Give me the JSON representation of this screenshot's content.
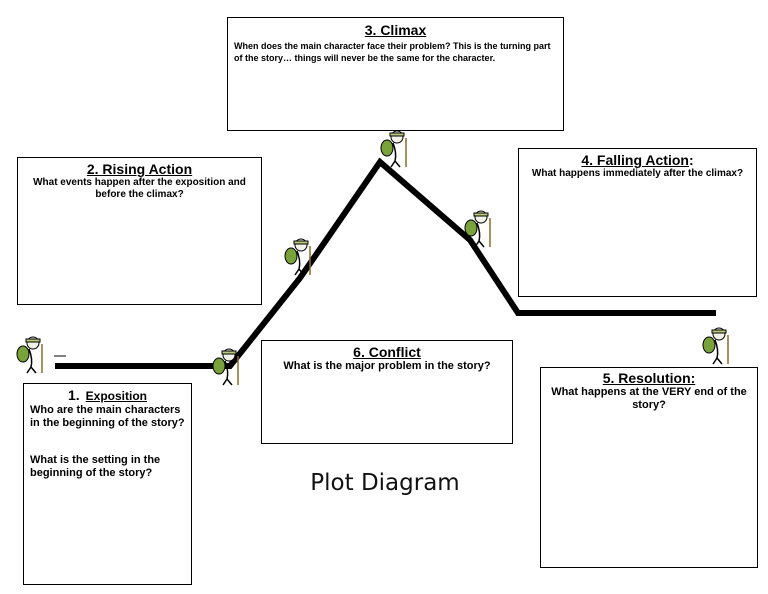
{
  "title": "Plot Diagram",
  "exposition": {
    "number": "1.",
    "label": "Exposition",
    "question1": "Who are the main characters in the beginning of the story?",
    "question2": "What is the setting in the beginning of the story?"
  },
  "rising_action": {
    "label": "2. Rising Action",
    "question": "What events happen after the exposition and before the climax?"
  },
  "climax": {
    "label": "3. Climax",
    "question": "When does the main character face their problem? This is the turning part of the story… things will never be the same for the character."
  },
  "falling_action": {
    "label": "4. Falling Action",
    "suffix": ":",
    "question": "What happens immediately after the climax?"
  },
  "resolution": {
    "label": "5. Resolution:",
    "question": "What happens at the VERY end of the story?"
  },
  "conflict": {
    "label": "6.  Conflict",
    "question": "What is the major problem in the story?"
  },
  "colors": {
    "line": "#000000",
    "hiker_skin": "#f2f2e6",
    "hiker_pack": "#7aa23a",
    "hiker_hat": "#b8c97a"
  }
}
